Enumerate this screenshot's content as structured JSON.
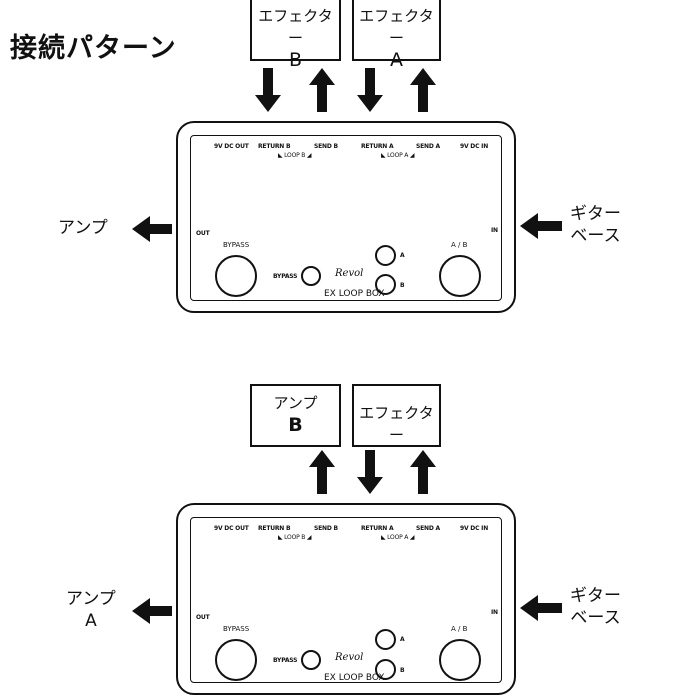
{
  "title": "接続パターン",
  "pedal": {
    "jacks": [
      "9V DC OUT",
      "RETURN B",
      "SEND B",
      "RETURN A",
      "SEND A",
      "9V DC IN"
    ],
    "loop_b": "LOOP B",
    "loop_a": "LOOP A",
    "out": "OUT",
    "in": "IN",
    "bypass_label": "BYPASS",
    "ab_label": "A / B",
    "bypass_small": "BYPASS",
    "a": "A",
    "b": "B",
    "logo": "Revol",
    "model": "EX LOOP BOX"
  },
  "pattern1": {
    "box_left": {
      "line1": "エフェクター",
      "line2": "B"
    },
    "box_right": {
      "line1": "エフェクター",
      "line2": "A"
    },
    "left_label": "アンプ",
    "right_label": [
      "ギター",
      "ベース"
    ]
  },
  "pattern2": {
    "box_left": {
      "line1": "アンプ",
      "line2": "B"
    },
    "box_right": {
      "line1": "エフェクター"
    },
    "left_label": [
      "アンプ",
      "A"
    ],
    "right_label": [
      "ギター",
      "ベース"
    ]
  }
}
